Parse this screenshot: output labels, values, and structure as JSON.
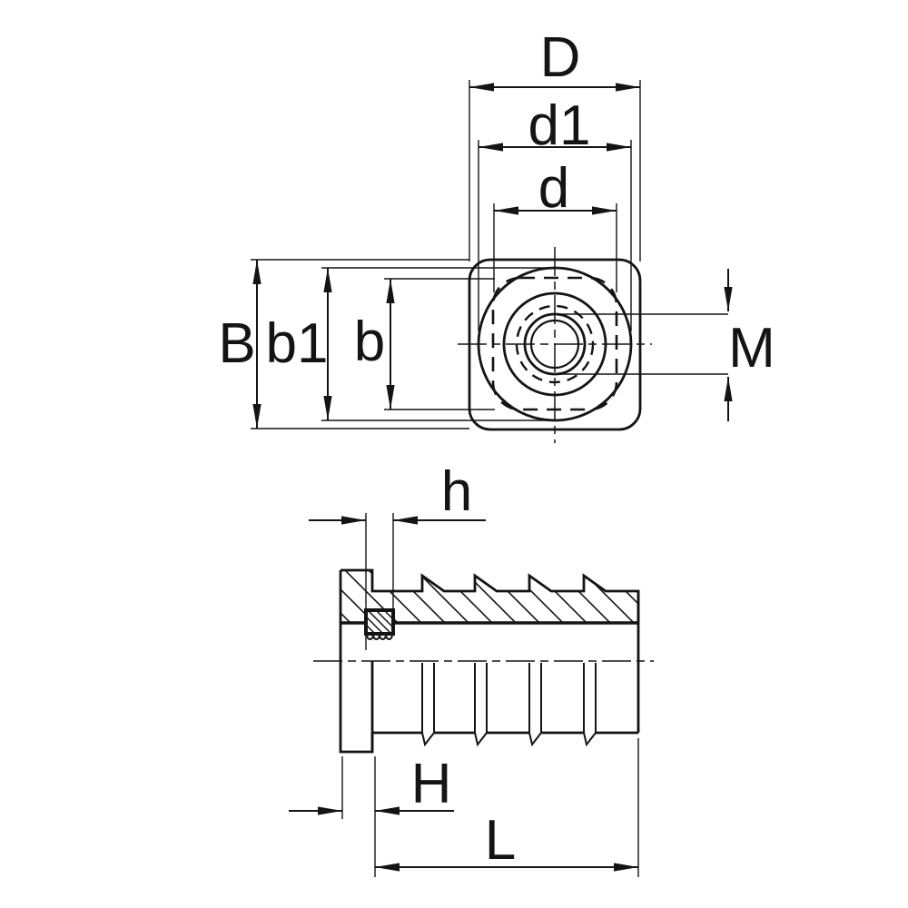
{
  "figure": {
    "background": "#ffffff",
    "ink": "#141414",
    "views": {
      "top_view": {
        "dimension_labels": [
          "D",
          "d1",
          "d",
          "B",
          "b1",
          "b",
          "M"
        ]
      },
      "side_view": {
        "dimension_labels": [
          "h",
          "H",
          "L"
        ]
      }
    }
  },
  "labels": {
    "D": "D",
    "d1": "d1",
    "d": "d",
    "B": "B",
    "b1": "b1",
    "b": "b",
    "M": "M",
    "h": "h",
    "H": "H",
    "L": "L"
  }
}
